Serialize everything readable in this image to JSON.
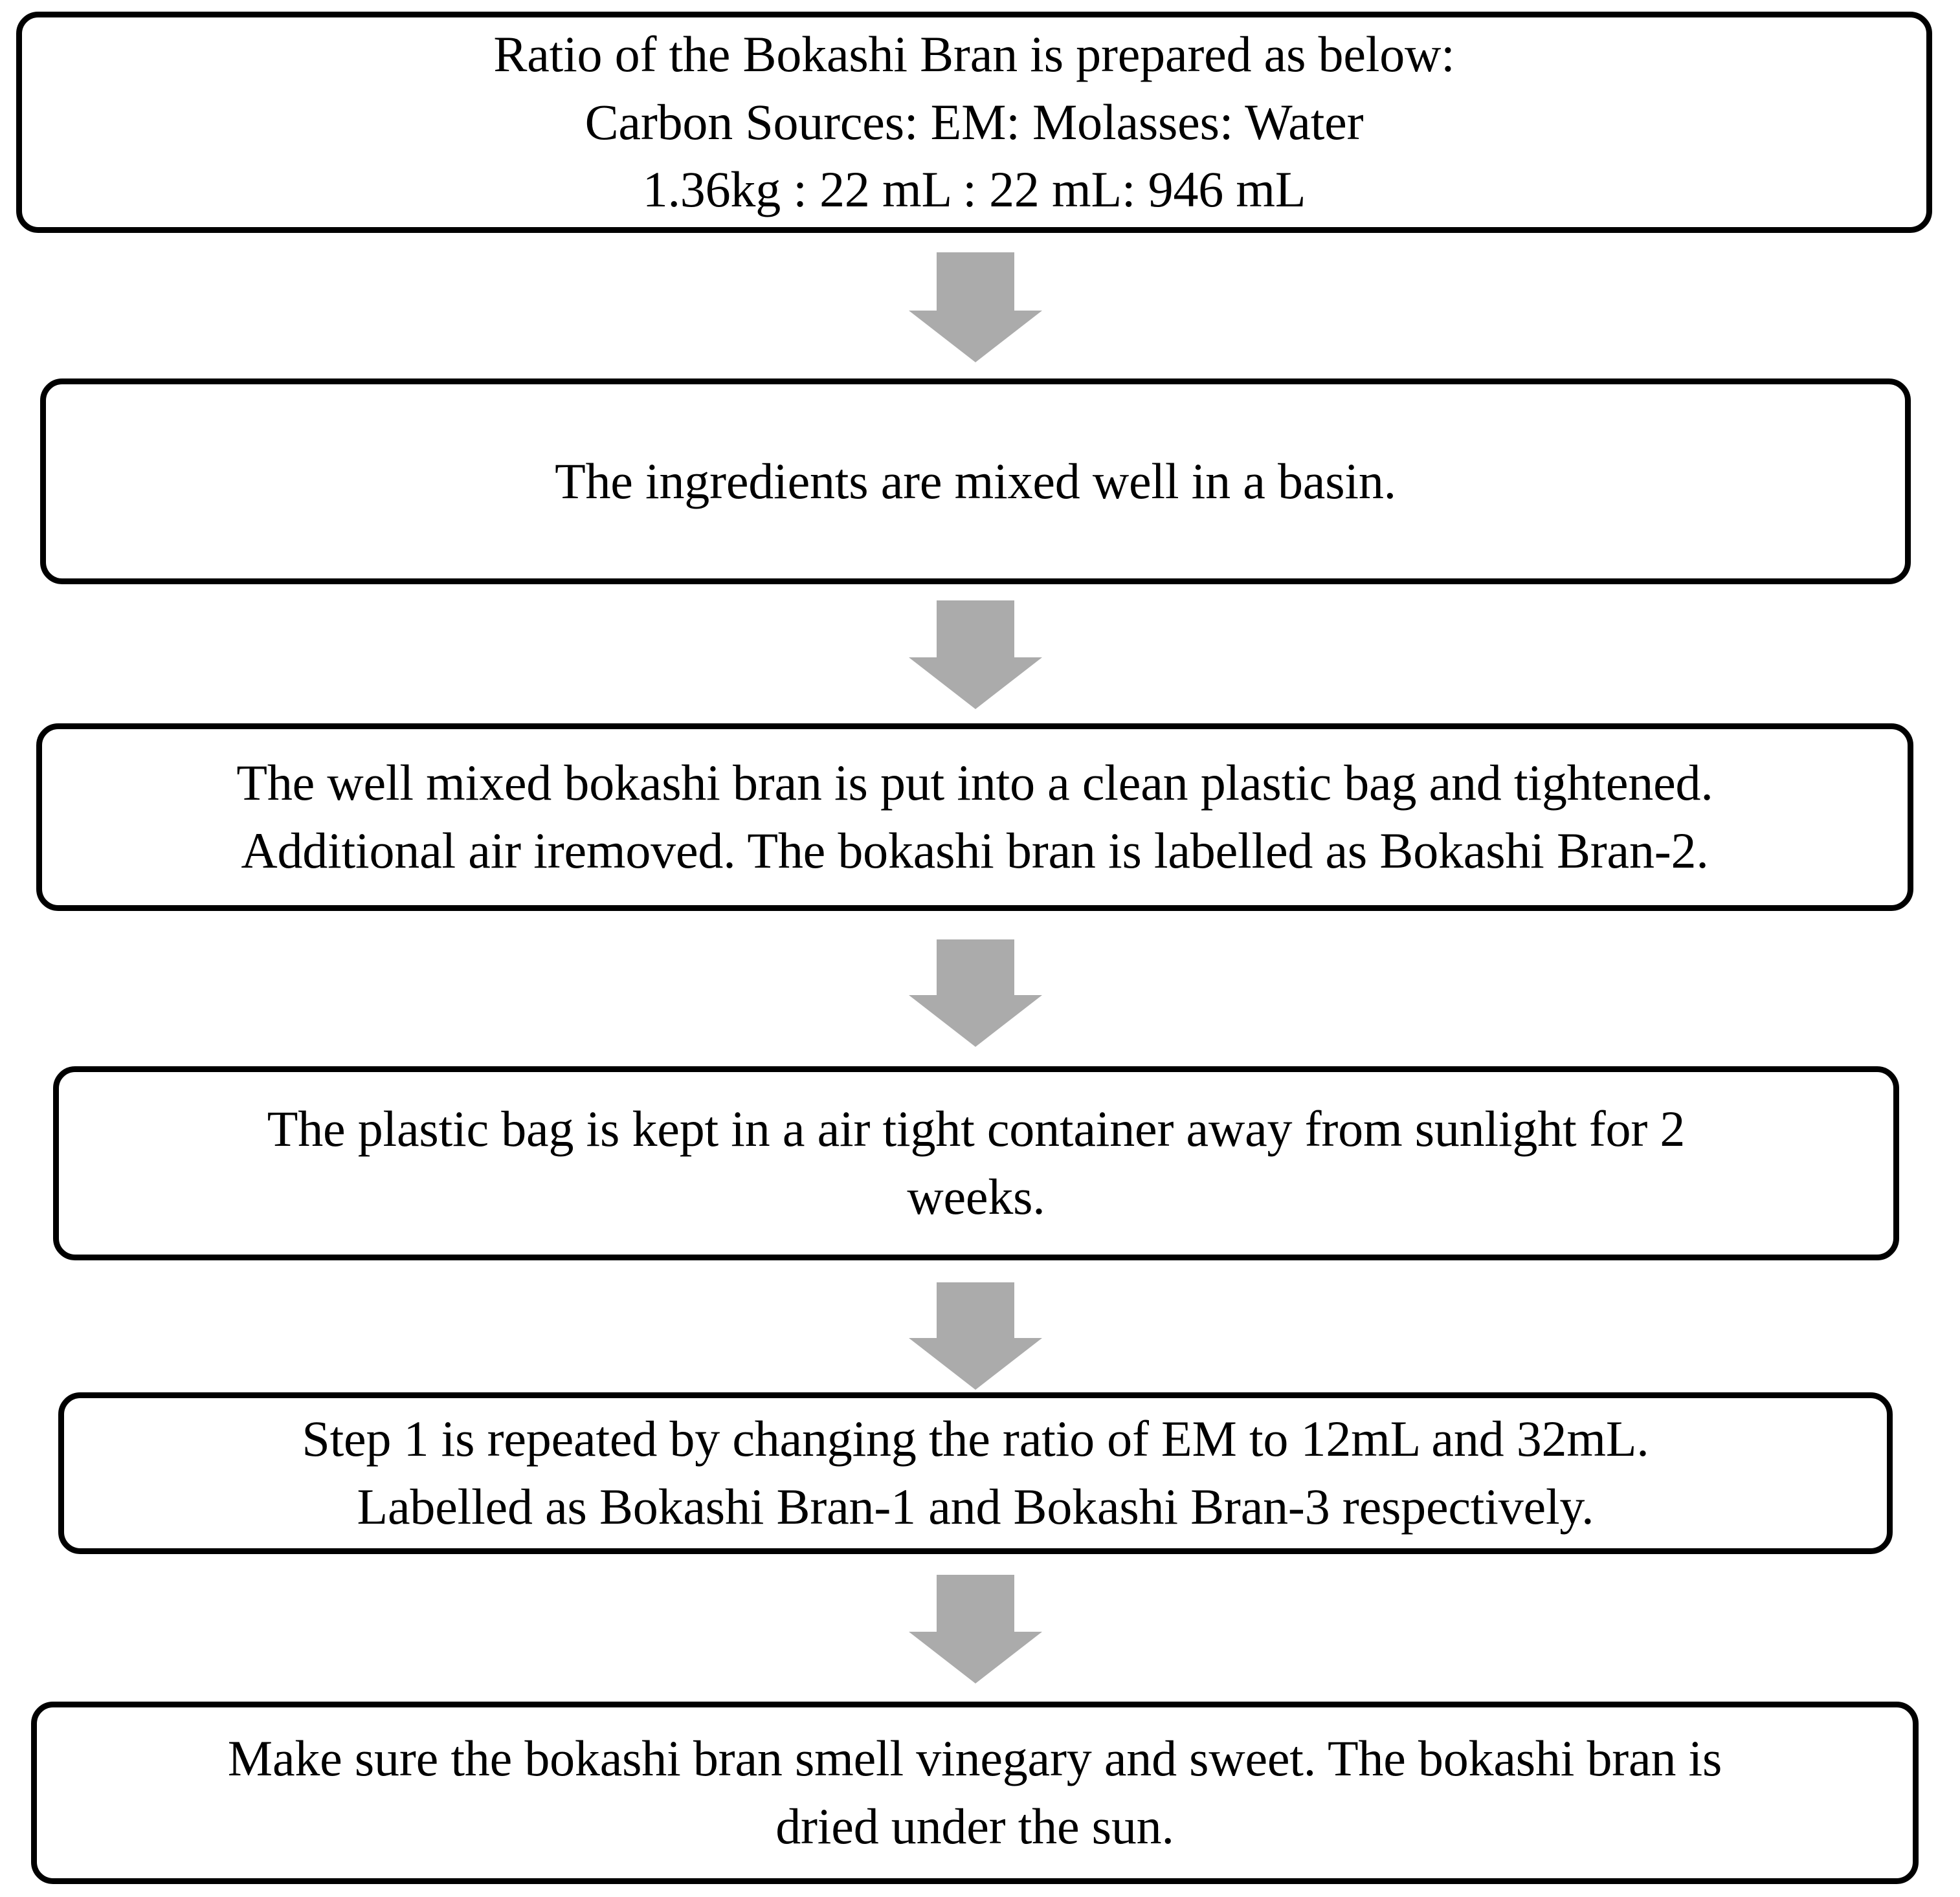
{
  "diagram": {
    "title": "Bokashi Bran Preparation Flowchart",
    "orientation": "vertical-top-to-bottom",
    "node_fill": "#ffffff",
    "node_stroke": "#000000",
    "arrow_color": "#ababab",
    "text_color": "#000000",
    "nodes": [
      {
        "id": "ratio-node",
        "step": 1,
        "text": "Ratio of the Bokashi Bran is prepared as below:\nCarbon Sources: EM: Molasses: Water\n1.36kg : 22 mL : 22 mL: 946 mL",
        "lines": [
          "Ratio of the Bokashi Bran is prepared as below:",
          "Carbon Sources: EM: Molasses: Water",
          "1.36kg : 22 mL : 22 mL: 946 mL"
        ]
      },
      {
        "id": "mix-node",
        "step": 2,
        "text": "The ingredients are mixed well in a basin.",
        "lines": [
          "The ingredients are mixed well in a basin."
        ]
      },
      {
        "id": "bag-node",
        "step": 3,
        "text": "The well mixed bokashi bran is put into a clean plastic bag and tightened.\nAdditional air iremoved. The bokashi bran is labelled as Bokashi Bran-2.",
        "lines": [
          "The well mixed bokashi bran is put into a clean plastic bag and tightened.",
          "Additional air iremoved. The bokashi bran is labelled as Bokashi Bran-2."
        ]
      },
      {
        "id": "store-node",
        "step": 4,
        "text": "The plastic bag is kept in a air tight container away from sunlight for 2\nweeks.",
        "lines": [
          "The plastic bag is kept in a air tight container away from sunlight for 2",
          "weeks."
        ]
      },
      {
        "id": "repeat-node",
        "step": 5,
        "text": "Step 1 is repeated by changing the ratio of EM to 12mL and 32mL.\nLabelled as Bokashi Bran-1 and Bokashi Bran-3 respectively.",
        "lines": [
          "Step 1 is repeated by changing the ratio of EM to 12mL and 32mL.",
          "Labelled as Bokashi Bran-1 and Bokashi Bran-3 respectively."
        ]
      },
      {
        "id": "dry-node",
        "step": 6,
        "text": "Make sure the bokashi bran smell vinegary and sweet. The bokashi bran is\ndried under the sun.",
        "lines": [
          "Make sure the bokashi bran smell vinegary and sweet. The bokashi bran is",
          "dried under the sun."
        ]
      }
    ],
    "connectors": [
      {
        "id": "arrow-1",
        "icon": "arrow-down-icon",
        "from": "ratio-node",
        "to": "mix-node"
      },
      {
        "id": "arrow-2",
        "icon": "arrow-down-icon",
        "from": "mix-node",
        "to": "bag-node"
      },
      {
        "id": "arrow-3",
        "icon": "arrow-down-icon",
        "from": "bag-node",
        "to": "store-node"
      },
      {
        "id": "arrow-4",
        "icon": "arrow-down-icon",
        "from": "store-node",
        "to": "repeat-node"
      },
      {
        "id": "arrow-5",
        "icon": "arrow-down-icon",
        "from": "repeat-node",
        "to": "dry-node"
      }
    ]
  }
}
